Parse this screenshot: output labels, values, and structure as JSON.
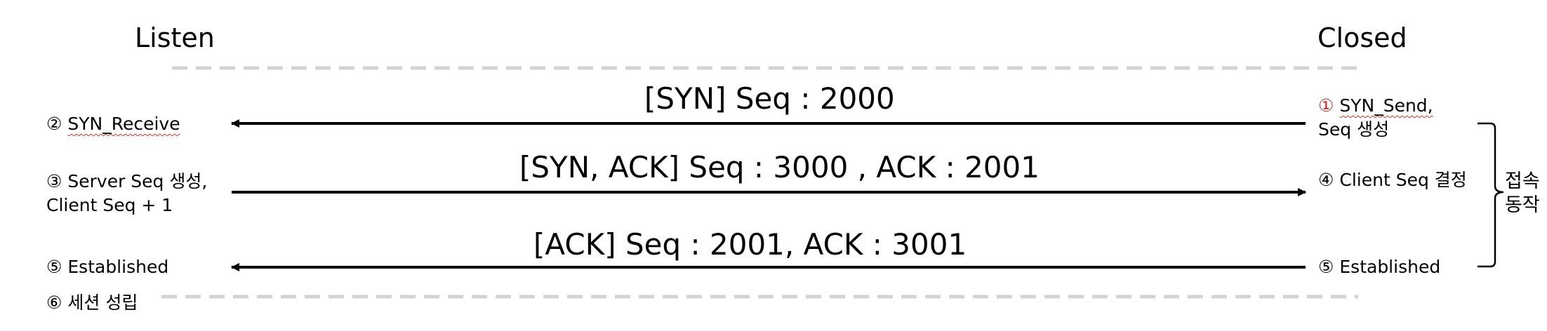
{
  "headers": {
    "server_state": "Listen",
    "client_state": "Closed"
  },
  "messages": [
    {
      "label": "[SYN] Seq : 2000",
      "direction": "client-to-server"
    },
    {
      "label": "[SYN, ACK] Seq : 3000 , ACK : 2001",
      "direction": "server-to-client"
    },
    {
      "label": "[ACK] Seq : 2001, ACK : 3001",
      "direction": "client-to-server"
    }
  ],
  "server_steps": {
    "step2": {
      "num": "②",
      "text": "SYN_Receive"
    },
    "step3": {
      "num": "③",
      "line1": "Server Seq 생성,",
      "line2": "Client Seq + 1"
    },
    "step5": {
      "num": "⑤",
      "text": "Established"
    },
    "step6": {
      "num": "⑥",
      "text": "세션 성립"
    }
  },
  "client_steps": {
    "step1": {
      "num": "①",
      "line1": "SYN_Send,",
      "line2": "Seq 생성"
    },
    "step4": {
      "num": "④",
      "text": "Client Seq 결정"
    },
    "step5": {
      "num": "⑤",
      "text": "Established"
    }
  },
  "bracket_label": {
    "line1": "접속",
    "line2": "동작"
  },
  "colors": {
    "line": "#000000",
    "dash": "#d3d3d3",
    "step1_number": "#d0282a",
    "spell_underline": "#d03030"
  }
}
